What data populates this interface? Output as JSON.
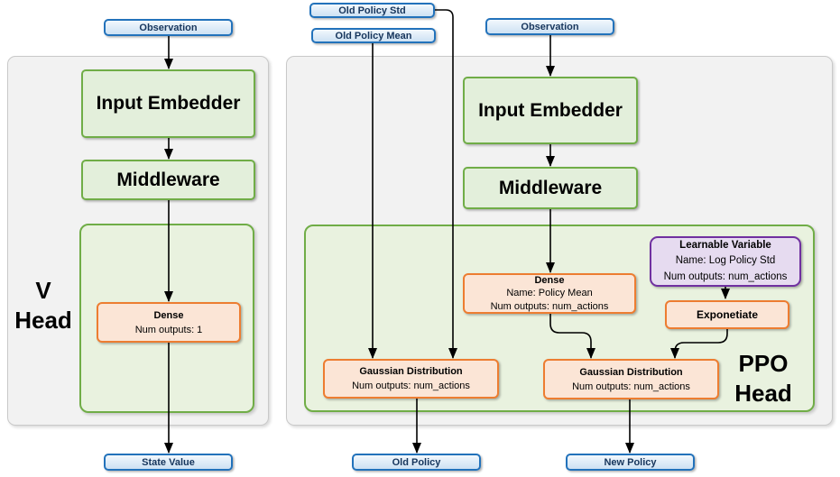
{
  "colors": {
    "blue_border": "#2272BB",
    "blue_fill": "#CDE1F3",
    "blue_text": "#16355C",
    "green_border": "#70AD47",
    "green_box_fill": "#E3EFDB",
    "green_container_fill": "#E9F2DF",
    "orange_border": "#ED7D31",
    "orange_fill": "#FBE5D6",
    "purple_border": "#7030A0",
    "purple_fill": "#E6DBF0",
    "gray_container_fill": "#F2F2F2",
    "gray_container_border": "#C9C9C9",
    "arrow_color": "#000000"
  },
  "io_nodes": {
    "observation_left": "Observation",
    "old_policy_std": "Old Policy Std",
    "old_policy_mean": "Old Policy Mean",
    "observation_right": "Observation",
    "state_value": "State Value",
    "old_policy": "Old Policy",
    "new_policy": "New Policy"
  },
  "v_head": {
    "label": [
      "V",
      "Head"
    ],
    "input_embedder": "Input Embedder",
    "middleware": "Middleware",
    "dense": {
      "title": "Dense",
      "num_outputs": "Num outputs: 1"
    }
  },
  "ppo_head": {
    "label": [
      "PPO",
      "Head"
    ],
    "input_embedder": "Input Embedder",
    "middleware": "Middleware",
    "dense": {
      "title": "Dense",
      "name": "Name: Policy Mean",
      "num_outputs": "Num outputs: num_actions"
    },
    "learnable_variable": {
      "title": "Learnable Variable",
      "name": "Name: Log Policy Std",
      "num_outputs": "Num outputs: num_actions"
    },
    "exponetiate": "Exponetiate",
    "gaussian_old": {
      "title": "Gaussian Distribution",
      "num_outputs": "Num outputs: num_actions"
    },
    "gaussian_new": {
      "title": "Gaussian Distribution",
      "num_outputs": "Num outputs: num_actions"
    }
  }
}
